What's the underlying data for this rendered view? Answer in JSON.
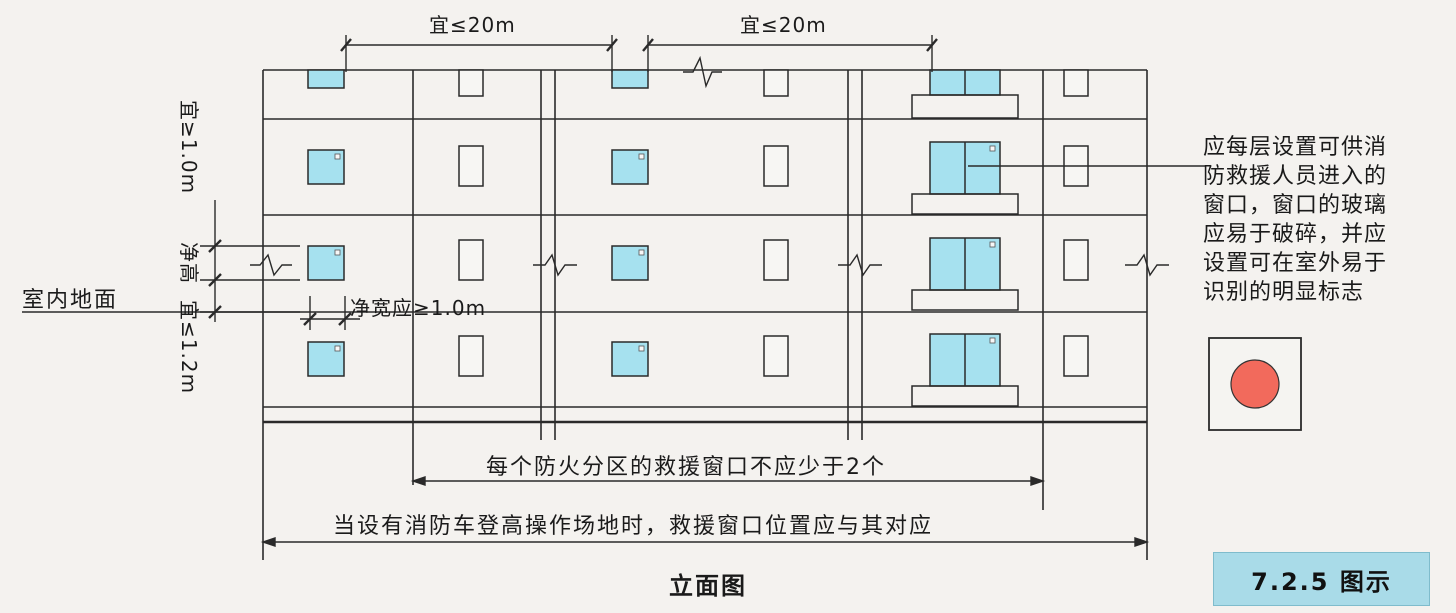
{
  "labels": {
    "spacing_left": "宜≤20m",
    "spacing_right": "宜≤20m",
    "height_upper": "宜≥1.0m",
    "height_mid": "净高",
    "height_lower": "宜≤1.2m",
    "indoor_floor": "室内地面",
    "clear_width": "净宽应≥1.0m",
    "min_windows": "每个防火分区的救援窗口不应少于2个",
    "aerial_site": "当设有消防车登高操作场地时，救援窗口位置应与其对应",
    "elevation": "立面图",
    "figure": "7.2.5 图示"
  },
  "note_lines": [
    "应每层设置可供消",
    "防救援人员进入的",
    "窗口，窗口的玻璃",
    "应易于破碎，并应",
    "设置可在室外易于",
    "识别的明显标志"
  ],
  "colors": {
    "glass": "#a6e1ef",
    "marker": "#f26a5c",
    "line": "#2a2a2a",
    "badge": "#a9dbe8"
  }
}
